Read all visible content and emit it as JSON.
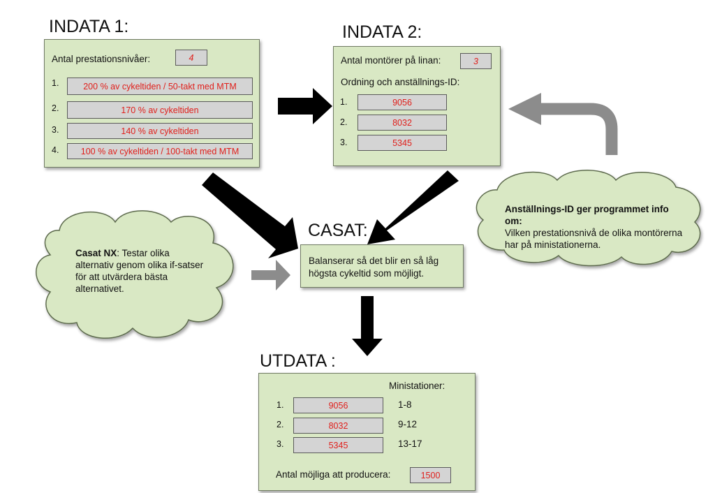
{
  "indata1": {
    "heading": "INDATA 1:",
    "count_label": "Antal prestationsnivåer:",
    "count_value": "4",
    "levels": [
      {
        "num": "1.",
        "text": "200 % av cykeltiden / 50-takt med MTM"
      },
      {
        "num": "2.",
        "text": "170 % av cykeltiden"
      },
      {
        "num": "3.",
        "text": "140 % av cykeltiden"
      },
      {
        "num": "4.",
        "text": "100 % av cykeltiden / 100-takt med MTM"
      }
    ]
  },
  "indata2": {
    "heading": "INDATA 2:",
    "count_label": "Antal montörer på linan:",
    "count_value": "3",
    "order_label": "Ordning och anställnings-ID:",
    "ids": [
      {
        "num": "1.",
        "id": "9056"
      },
      {
        "num": "2.",
        "id": "8032"
      },
      {
        "num": "3.",
        "id": "5345"
      }
    ]
  },
  "casat": {
    "heading": "CASAT:",
    "text": "Balanserar så det blir en så låg högsta cykeltid som möjligt."
  },
  "utdata": {
    "heading": "UTDATA :",
    "stations_header": "Ministationer:",
    "rows": [
      {
        "num": "1.",
        "id": "9056",
        "stations": "1-8"
      },
      {
        "num": "2.",
        "id": "8032",
        "stations": "9-12"
      },
      {
        "num": "3.",
        "id": "5345",
        "stations": "13-17"
      }
    ],
    "produce_label": "Antal möjliga att producera:",
    "produce_value": "1500"
  },
  "cloud_left": {
    "bold": "Casat NX",
    "text": ": Testar olika alternativ genom olika if-satser för att utvärdera bästa alternativet."
  },
  "cloud_right": {
    "bold": "Anställnings-ID ger programmet info om:",
    "text": "Vilken prestationsnivå de olika montörerna har på ministationerna."
  },
  "colors": {
    "panel_fill": "#d9e8c4",
    "field_fill": "#d4d4d4",
    "value_text": "#e0201c",
    "black_arrow": "#000000",
    "gray_arrow": "#8c8c8c"
  }
}
